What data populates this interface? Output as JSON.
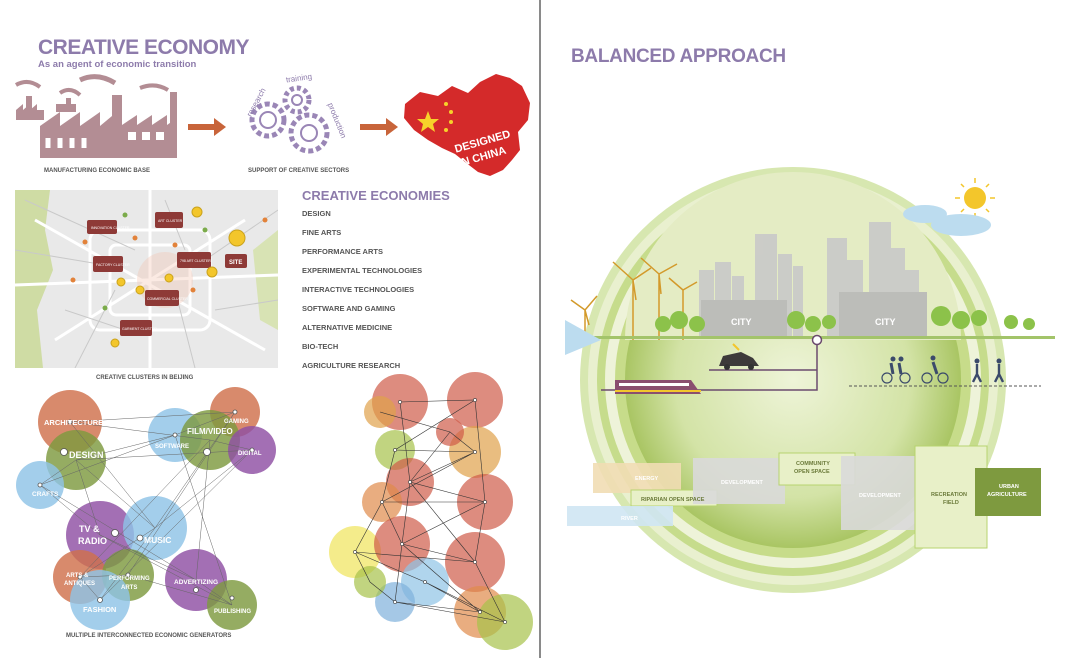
{
  "left_page": {
    "title": "CREATIVE ECONOMY",
    "subtitle": "As an agent of economic transition",
    "flow": {
      "manufacturing_caption": "MANUFACTURING ECONOMIC BASE",
      "support_caption": "SUPPORT OF CREATIVE SECTORS",
      "gear_words": [
        "research",
        "training",
        "production"
      ],
      "stamp_line1": "DESIGNED",
      "stamp_line2": "IN CHINA"
    },
    "map": {
      "caption": "CREATIVE CLUSTERS IN BEIJING",
      "clusters": [
        "INNOVATION CLUSTER",
        "ART CLUSTER",
        "FACTORY CLUSTER",
        "798 ART CLUSTER",
        "COMMERCIAL CLUSTER",
        "GARMENT CLUSTER"
      ],
      "site_label": "SITE"
    },
    "creative_economies": {
      "heading": "CREATIVE ECONOMIES",
      "items": [
        "DESIGN",
        "FINE ARTS",
        "PERFORMANCE ARTS",
        "EXPERIMENTAL TECHNOLOGIES",
        "INTERACTIVE TECHNOLOGIES",
        "SOFTWARE AND GAMING",
        "ALTERNATIVE MEDICINE",
        "BIO-TECH",
        "AGRICULTURE RESEARCH"
      ]
    },
    "network": {
      "caption": "MULTIPLE INTERCONNECTED ECONOMIC GENERATORS",
      "nodes": [
        "ARCHITECTURE",
        "GAMING",
        "FILM/VIDEO",
        "SOFTWARE",
        "DESIGN",
        "DIGITAL",
        "CRAFTS",
        "TV &",
        "RADIO",
        "MUSIC",
        "ARTS &",
        "ANTIQUES",
        "PERFORMING",
        "ARTS",
        "ADVERTIZING",
        "FASHION",
        "PUBLISHING"
      ]
    }
  },
  "right_page": {
    "title": "BALANCED APPROACH",
    "city_labels": [
      "CITY",
      "CITY"
    ],
    "zones": [
      "ENERGY",
      "DEVELOPMENT",
      "COMMUNITY",
      "OPEN SPACE",
      "RIPARIAN OPEN SPACE",
      "RIVER",
      "DEVELOPMENT",
      "RECREATION",
      "FIELD",
      "URBAN",
      "AGRICULTURE"
    ]
  },
  "colors": {
    "title": "#8d7bab",
    "arrow": "#c8643a",
    "china": "#d42a2a",
    "factory": "#b38d94",
    "sun": "#f3c62b",
    "lime": "#b7d36f"
  }
}
